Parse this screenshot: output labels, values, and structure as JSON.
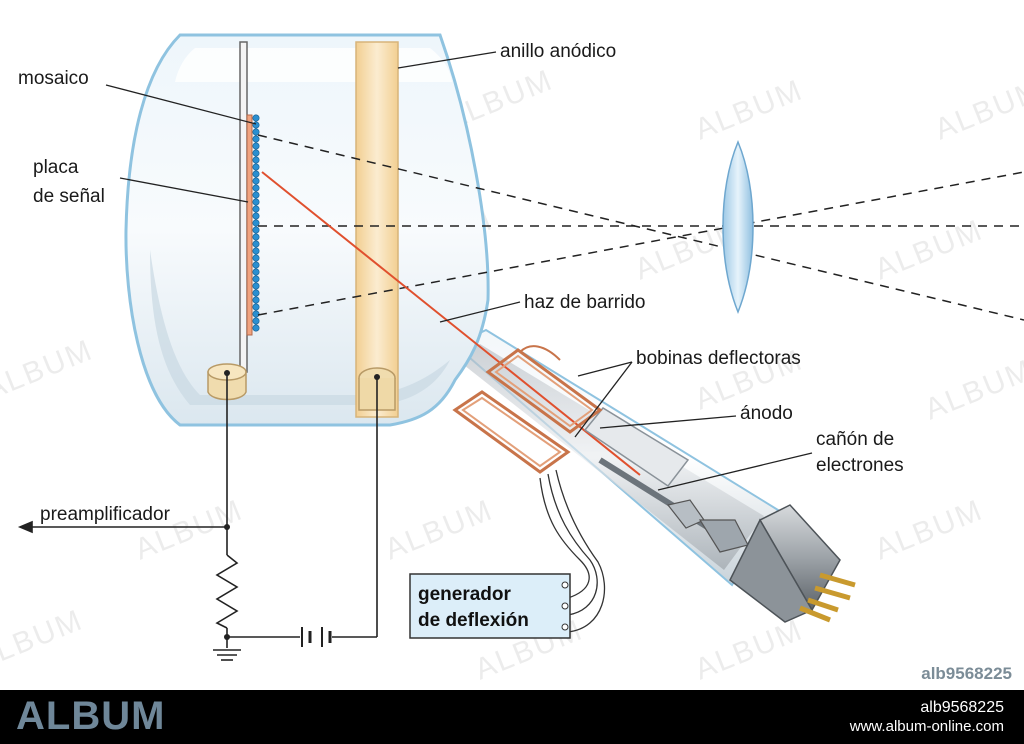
{
  "labels": {
    "mosaico": "mosaico",
    "placa_line1": "placa",
    "placa_line2": "de señal",
    "anillo": "anillo anódico",
    "haz": "haz de barrido",
    "bobinas": "bobinas deflectoras",
    "anodo": "ánodo",
    "canon_line1": "cañón de",
    "canon_line2": "electrones",
    "preamp": "preamplificador",
    "generador_line1": "generador",
    "generador_line2": "de deflexión"
  },
  "watermark": "ALBUM",
  "footer": {
    "brand": "ALBUM",
    "image_id": "alb9568225",
    "url": "www.album-online.com"
  },
  "corner_id": "alb9568225",
  "colors": {
    "beam": "#e0502e",
    "coil": "#c8744a",
    "anode_ring": "#f6ddb0",
    "glass_edge": "#8fc3e0",
    "mosaic": "#2a8fd0",
    "brand": "#6f8799"
  }
}
